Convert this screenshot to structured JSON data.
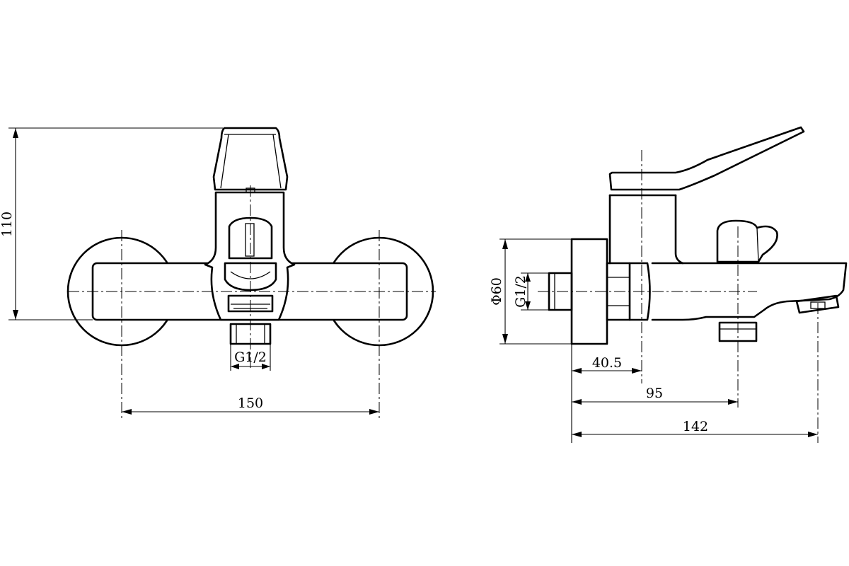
{
  "front_view": {
    "dimensions": {
      "height": "110",
      "eccentric_spacing": "150",
      "outlet_thread": "G1/2"
    }
  },
  "side_view": {
    "dimensions": {
      "flange_diameter": "Φ60",
      "inlet_thread": "G1/2",
      "body_depth": "40.5",
      "outlet_depth": "95",
      "total_depth": "142"
    }
  },
  "colors": {
    "line": "#000000",
    "background": "#ffffff"
  }
}
